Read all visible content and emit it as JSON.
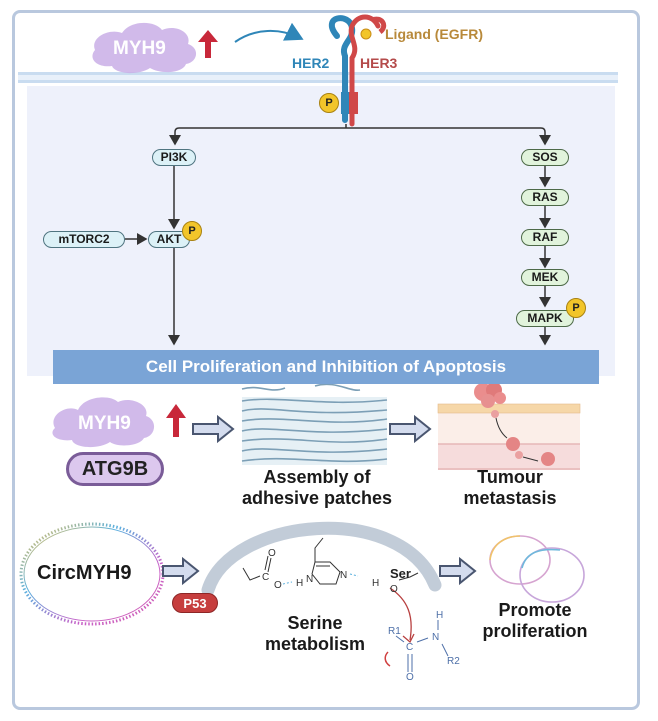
{
  "top_panel": {
    "myh9_label": "MYH9",
    "ligand_label": "Ligand (EGFR)",
    "her2_label": "HER2",
    "her3_label": "HER3",
    "phospho_label": "P",
    "left_pathway": [
      "PI3K",
      "AKT"
    ],
    "mtorc2_label": "mTORC2",
    "right_pathway": [
      "SOS",
      "RAS",
      "RAF",
      "MEK",
      "MAPK"
    ],
    "outcome_banner": "Cell Proliferation and Inhibition of Apoptosis"
  },
  "middle_panel": {
    "myh9_label": "MYH9",
    "atg9b_label": "ATG9B",
    "adhesion_caption_line1": "Assembly of",
    "adhesion_caption_line2": "adhesive patches",
    "metastasis_caption_line1": "Tumour",
    "metastasis_caption_line2": "metastasis"
  },
  "bottom_panel": {
    "circ_label": "CircMYH9",
    "p53_label": "P53",
    "serine_caption_line1": "Serine",
    "serine_caption_line2": "metabolism",
    "promote_caption_line1": "Promote",
    "promote_caption_line2": "proliferation",
    "chem": {
      "ser": "Ser",
      "o_top": "O",
      "c1": "C",
      "o_minus": "O",
      "h1": "H",
      "n1": "N",
      "n2": "N",
      "h2": "H",
      "o_ser": "O",
      "r1": "R1",
      "c2": "C",
      "n3": "N",
      "h3": "H",
      "r2": "R2",
      "o_bottom": "O"
    }
  },
  "colors": {
    "frame": "#b9c8de",
    "cytoplasm": "#eef1fb",
    "banner": "#7aa4d6",
    "her2": "#2f86b8",
    "her3": "#d04848",
    "ligand_text": "#b8893a",
    "phospho": "#f2c52a",
    "up_arrow": "#c8283a",
    "myh9_cloud": "#c9aee6",
    "p53": "#c63e3e"
  }
}
